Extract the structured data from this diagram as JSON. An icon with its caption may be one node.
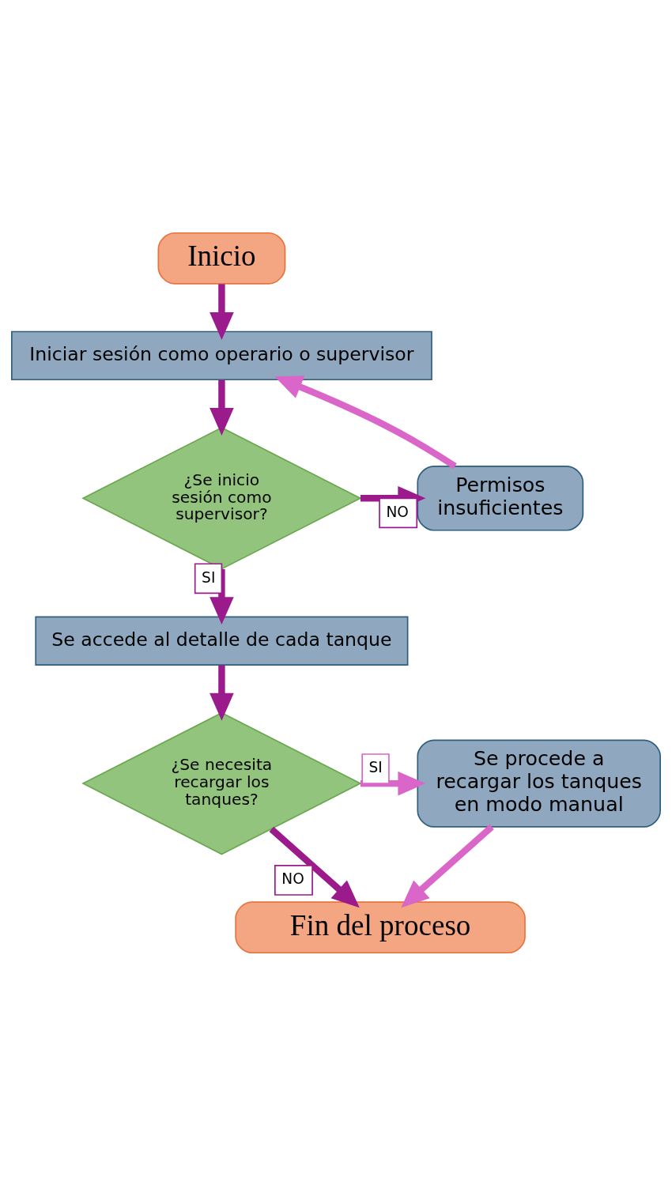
{
  "diagram": {
    "nodes": [
      {
        "text": [
          "Inicio"
        ]
      },
      {
        "text": [
          "Iniciar sesión como operario o supervisor"
        ]
      },
      {
        "text": [
          "¿Se inicio sesión como supervisor?"
        ]
      },
      {
        "text": [
          "Permisos insuficientes"
        ]
      },
      {
        "text": [
          "Se accede al detalle de cada tanque"
        ]
      },
      {
        "text": [
          "¿Se necesita recargar los tanques?"
        ]
      },
      {
        "text": [
          "Se procede a recargar los tanques en modo manual"
        ]
      },
      {
        "text": [
          "Fin del proceso"
        ]
      }
    ],
    "edges": [
      {
        "from": 0,
        "to": 1,
        "arrow": "to"
      },
      {
        "from": 1,
        "to": 2,
        "arrow": "to"
      },
      {
        "from": 2,
        "to": 3,
        "arrow": "to",
        "label": "NO"
      },
      {
        "from": 3,
        "to": 1,
        "arrow": "to",
        "color": "#d966c8"
      },
      {
        "from": 2,
        "to": 4,
        "arrow": "to",
        "label": "SI"
      },
      {
        "from": 4,
        "to": 5,
        "arrow": "to"
      },
      {
        "from": 5,
        "to": 6,
        "arrow": "to",
        "label": "SI",
        "color": "#d966c8"
      },
      {
        "from": 5,
        "to": 7,
        "arrow": "to",
        "label": "NO"
      },
      {
        "from": 6,
        "to": 7,
        "arrow": "to",
        "color": "#d966c8"
      }
    ]
  }
}
